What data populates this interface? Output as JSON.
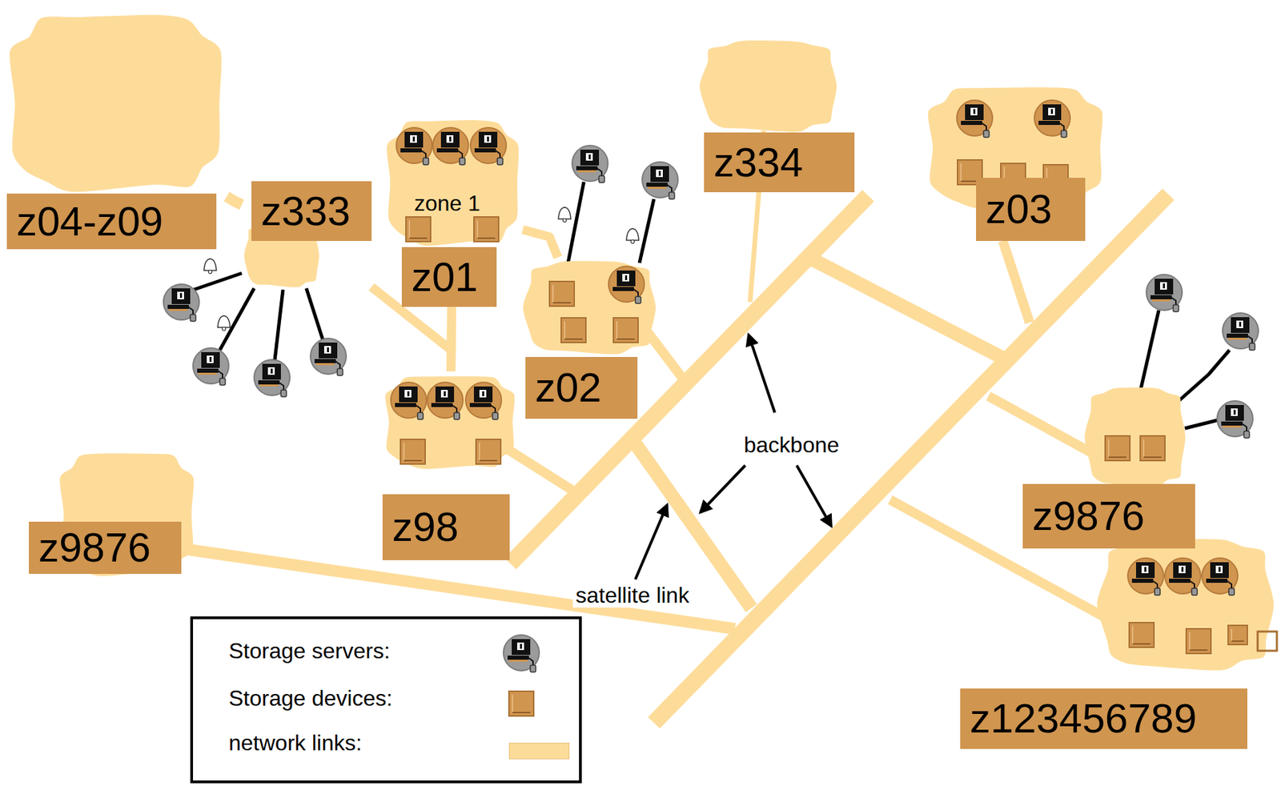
{
  "diagram": {
    "nodes": [
      {
        "text": [
          "z04-z09"
        ]
      },
      {
        "text": [
          "z333"
        ]
      },
      {
        "text": [
          "zone 1",
          "z01"
        ]
      },
      {
        "text": [
          "z334"
        ]
      },
      {
        "text": [
          "z03"
        ]
      },
      {
        "text": [
          "z02"
        ]
      },
      {
        "text": [
          "z98"
        ]
      },
      {
        "text": [
          "z9876"
        ]
      },
      {
        "text": [
          "z9876"
        ]
      },
      {
        "text": [
          "z123456789"
        ]
      }
    ],
    "edges": [
      {
        "from": 0,
        "to": 1,
        "arrow": "none"
      },
      {
        "from": 1,
        "to": 2,
        "arrow": "none"
      },
      {
        "from": 1,
        "to": 6,
        "arrow": "none"
      },
      {
        "from": 2,
        "to": 6,
        "arrow": "none"
      },
      {
        "from": 2,
        "to": 5,
        "arrow": "none"
      }
    ],
    "labels": [
      "backbone",
      "satellite link"
    ],
    "legend": [
      {
        "text": "Storage servers:"
      },
      {
        "text": "Storage devices:"
      },
      {
        "text": "network links:",
        "color": "#fddc9a"
      }
    ]
  }
}
